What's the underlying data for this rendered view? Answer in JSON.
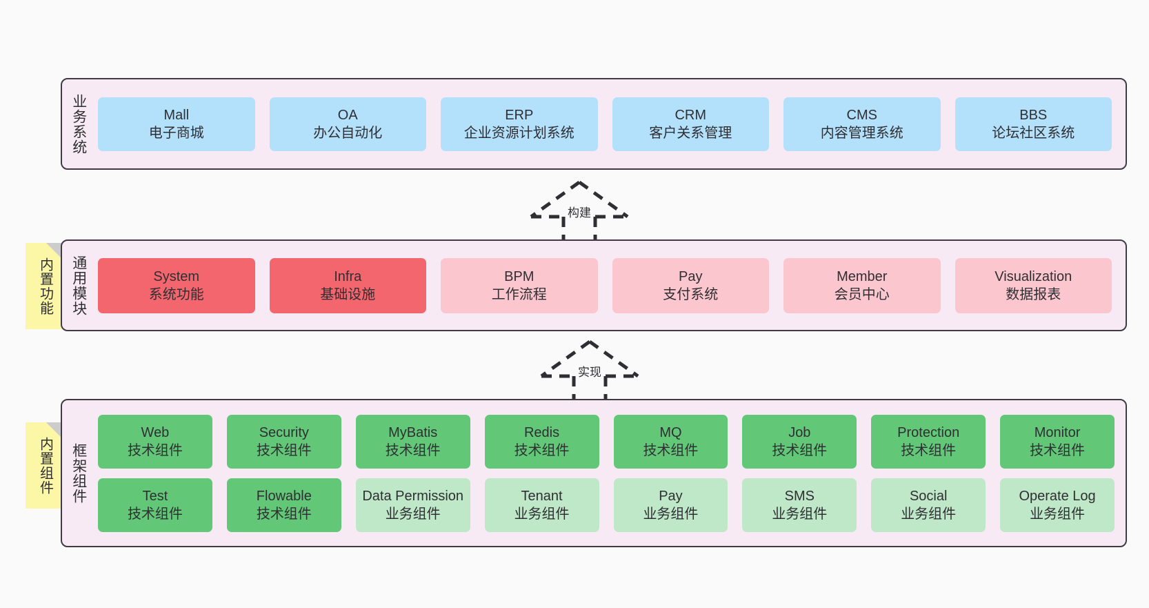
{
  "diagram": {
    "background_color": "#fafafa",
    "panel_color": "#f8eaf4",
    "panel_border_color": "#3f3a44",
    "note_color": "#fbf7a6"
  },
  "layers": {
    "business": {
      "title": "业务系统",
      "node_color": "#b3e0fb",
      "nodes": [
        {
          "title": "Mall",
          "sub": "电子商城"
        },
        {
          "title": "OA",
          "sub": "办公自动化"
        },
        {
          "title": "ERP",
          "sub": "企业资源计划系统"
        },
        {
          "title": "CRM",
          "sub": "客户关系管理"
        },
        {
          "title": "CMS",
          "sub": "内容管理系统"
        },
        {
          "title": "BBS",
          "sub": "论坛社区系统"
        }
      ]
    },
    "modules": {
      "title": "通用模块",
      "note": "内置功能",
      "strong_color": "#f4666e",
      "soft_color": "#fcc6cf",
      "nodes": [
        {
          "title": "System",
          "sub": "系统功能",
          "emphasis": "strong"
        },
        {
          "title": "Infra",
          "sub": "基础设施",
          "emphasis": "strong"
        },
        {
          "title": "BPM",
          "sub": "工作流程",
          "emphasis": "soft"
        },
        {
          "title": "Pay",
          "sub": "支付系统",
          "emphasis": "soft"
        },
        {
          "title": "Member",
          "sub": "会员中心",
          "emphasis": "soft"
        },
        {
          "title": "Visualization",
          "sub": "数据报表",
          "emphasis": "soft"
        }
      ]
    },
    "framework": {
      "title": "框架组件",
      "note": "内置组件",
      "tech_color": "#62c878",
      "biz_color": "#bfe8c8",
      "row1": [
        {
          "title": "Web",
          "sub": "技术组件"
        },
        {
          "title": "Security",
          "sub": "技术组件"
        },
        {
          "title": "MyBatis",
          "sub": "技术组件"
        },
        {
          "title": "Redis",
          "sub": "技术组件"
        },
        {
          "title": "MQ",
          "sub": "技术组件"
        },
        {
          "title": "Job",
          "sub": "技术组件"
        },
        {
          "title": "Protection",
          "sub": "技术组件"
        },
        {
          "title": "Monitor",
          "sub": "技术组件"
        }
      ],
      "row2": [
        {
          "title": "Test",
          "sub": "技术组件",
          "kind": "tech"
        },
        {
          "title": "Flowable",
          "sub": "技术组件",
          "kind": "tech"
        },
        {
          "title": "Data Permission",
          "sub": "业务组件",
          "kind": "biz"
        },
        {
          "title": "Tenant",
          "sub": "业务组件",
          "kind": "biz"
        },
        {
          "title": "Pay",
          "sub": "业务组件",
          "kind": "biz"
        },
        {
          "title": "SMS",
          "sub": "业务组件",
          "kind": "biz"
        },
        {
          "title": "Social",
          "sub": "业务组件",
          "kind": "biz"
        },
        {
          "title": "Operate Log",
          "sub": "业务组件",
          "kind": "biz"
        }
      ]
    }
  },
  "connectors": {
    "build": {
      "label": "构建",
      "style": "dashed-hollow-arrow-up"
    },
    "implement": {
      "label": "实现",
      "style": "dashed-hollow-arrow-up"
    }
  }
}
